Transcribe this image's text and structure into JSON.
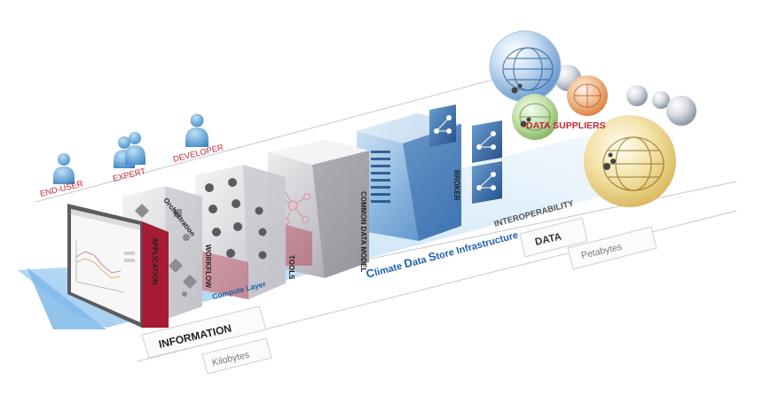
{
  "roles": [
    "END-USER",
    "EXPERT",
    "DEVELOPER"
  ],
  "layers": {
    "application": "APPLICATION",
    "orchestration": "Orchestration",
    "workflow": "WORKFLOW",
    "tools": "TOOLS",
    "common_data_model": "COMMON DATA MODEL",
    "broker": "BROKER"
  },
  "labels": {
    "compute_layer": "Compute Layer",
    "cds_c": "C",
    "cds_limate": "limate ",
    "cds_d": "D",
    "cds_ata": "ata ",
    "cds_s": "S",
    "cds_rest": "tore Infrastructure",
    "interoperability": "INTEROPERABILITY",
    "data_suppliers": "DATA SUPPLIERS"
  },
  "scale": {
    "information": "INFORMATION",
    "kilobytes": "Kilobytes",
    "data": "DATA",
    "petabytes": "Petabytes"
  },
  "colors": {
    "role_text": "#c0283c",
    "accent_blue": "#1f5fa8",
    "person_blue": "#4a90c8",
    "crimson": "#b5122e"
  }
}
